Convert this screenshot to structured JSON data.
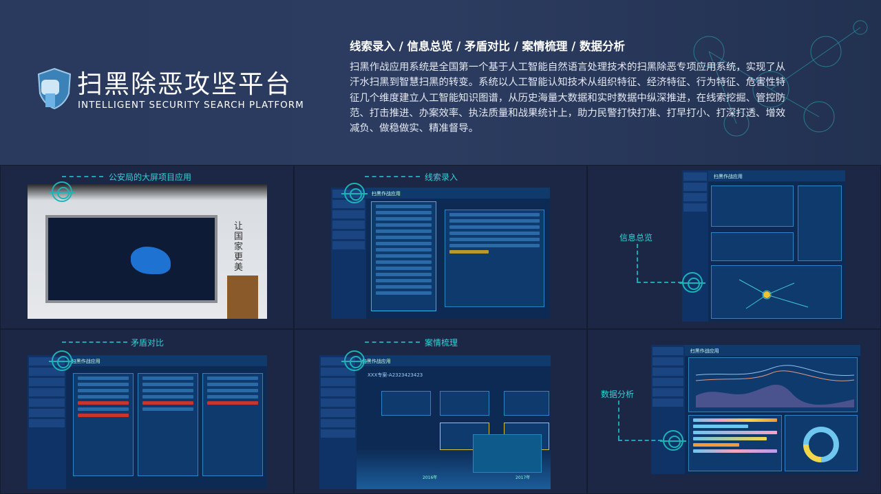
{
  "header": {
    "title": "扫黑除恶攻坚平台",
    "subtitle": "INTELLIGENT SECURITY SEARCH PLATFORM",
    "features": "线索录入 / 信息总览 / 矛盾对比 / 案情梳理 / 数据分析",
    "description": "扫黑作战应用系统是全国第一个基于人工智能自然语言处理技术的扫黑除恶专项应用系统，实现了从汗水扫黑到智慧扫黑的转变。系统以人工智能认知技术从组织特征、经济特征、行为特征、危害性特征几个维度建立人工智能知识图谱，从历史海量大数据和实时数据中纵深推进，在线索挖掘、管控防范、打击推进、办案效率、执法质量和战果统计上，助力民警打快打准、打早打小、打深打透、增效减负、做稳做实、精准督导。"
  },
  "panels": [
    {
      "label": "公安局的大屏项目应用",
      "wall_text": "让国家更美"
    },
    {
      "label": "线索录入",
      "app_title": "扫黑作战应用"
    },
    {
      "label": "信息总览",
      "app_title": "扫黑作战应用"
    },
    {
      "label": "矛盾对比",
      "app_title": "扫黑作战应用"
    },
    {
      "label": "案情梳理",
      "app_title": "扫黑作战应用",
      "case_id": "XXX专案-A2323423423",
      "years": [
        "2016年",
        "2017年"
      ]
    },
    {
      "label": "数据分析",
      "app_title": "扫黑作战应用"
    }
  ],
  "colors": {
    "accent": "#33d1d8",
    "background": "#1b2540",
    "screen": "#0d2a55"
  }
}
